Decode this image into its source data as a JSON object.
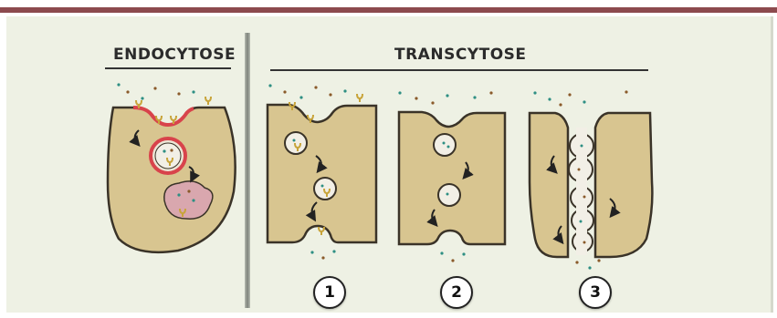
{
  "headings": {
    "endocytose": "ENDOCYTOSE",
    "transcytose": "TRANSCYTOSE"
  },
  "panels": [
    {
      "number": "1"
    },
    {
      "number": "2"
    },
    {
      "number": "3"
    }
  ],
  "colors": {
    "top_bar": "#8c4a4e",
    "background": "#eef1e4",
    "cytoplasm": "#d8c590",
    "membrane": "#3a3328",
    "endosome_ring": "#d8434b",
    "lysosome": "#d9a7ae",
    "particle_teal": "#2e8f83",
    "particle_brown": "#8a5a2a",
    "receptor": "#c8a43a"
  }
}
